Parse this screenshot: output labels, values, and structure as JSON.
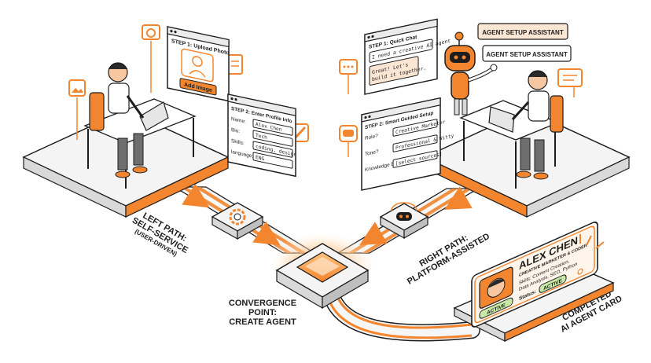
{
  "colors": {
    "accent": "#f2852e",
    "accent_light": "#fbd3ad",
    "ink": "#1d1d1d",
    "platform": "#f4f4f4",
    "platform_side": "#d9d9d9",
    "active_green": "#c8e8a8"
  },
  "left_panel": {
    "step1": {
      "title": "STEP 1: Upload Photo",
      "button": "Add Image"
    },
    "step2": {
      "title": "STEP 2: Enter Profile Info",
      "fields": [
        {
          "label": "Name:",
          "value": "Alex Chen"
        },
        {
          "label": "Bio:",
          "value": "Tech"
        },
        {
          "label": "Skills:",
          "value": "coding, design"
        },
        {
          "label": "language:",
          "value": "ENG"
        }
      ]
    },
    "icons": [
      "camera-icon",
      "image-icon",
      "document-icon",
      "pencil-icon"
    ]
  },
  "right_panel": {
    "step1": {
      "title": "STEP 1: Quick Chat",
      "user_msg": "I need a creative AI agent",
      "reply": "Great! Let's build it together."
    },
    "step2": {
      "title": "STEP 2: Smart Guided Setup",
      "fields": [
        {
          "label": "Role?",
          "value": "Creative Marketer"
        },
        {
          "label": "Tone?",
          "value": "Professional & Witty"
        },
        {
          "label": "Knowledge base?",
          "value": "[select sources]"
        }
      ]
    },
    "bubbles": [
      "AGENT SETUP ASSISTANT",
      "AGENT SETUP ASSISTANT"
    ],
    "icons": [
      "chat-icon",
      "robot-icon",
      "speech-bubble-icon"
    ]
  },
  "labels": {
    "left_path": [
      "LEFT PATH:",
      "SELF-SERVICE",
      "(USER-DRIVEN)"
    ],
    "right_path": [
      "RIGHT PATH:",
      "PLATFORM-ASSISTED"
    ],
    "convergence": [
      "CONVERGENCE",
      "POINT:",
      "CREATE AGENT"
    ],
    "completed": [
      "COMPLETED",
      "AI AGENT CARD"
    ]
  },
  "agent_card": {
    "name": "ALEX CHEN",
    "subtitle": "CREATIVE MARKETER & CODER",
    "skills": [
      "Skills: Content Creation,",
      "Data Analysis, SEO, Python"
    ],
    "status_label": "Status:",
    "status_badge": "ACTIVE",
    "photo_badge": "ACTIVE"
  }
}
